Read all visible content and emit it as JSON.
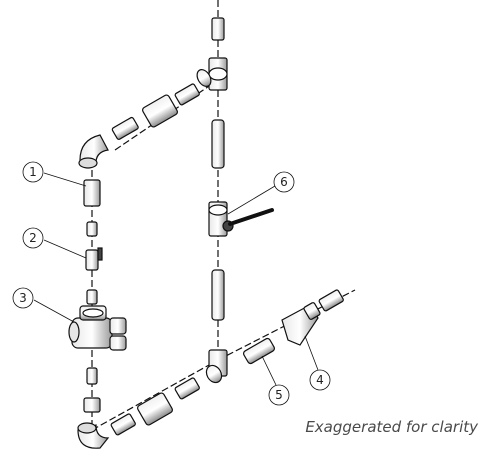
{
  "callouts": [
    "1",
    "2",
    "3",
    "4",
    "5",
    "6"
  ],
  "caption": "Exaggerated for clarity"
}
